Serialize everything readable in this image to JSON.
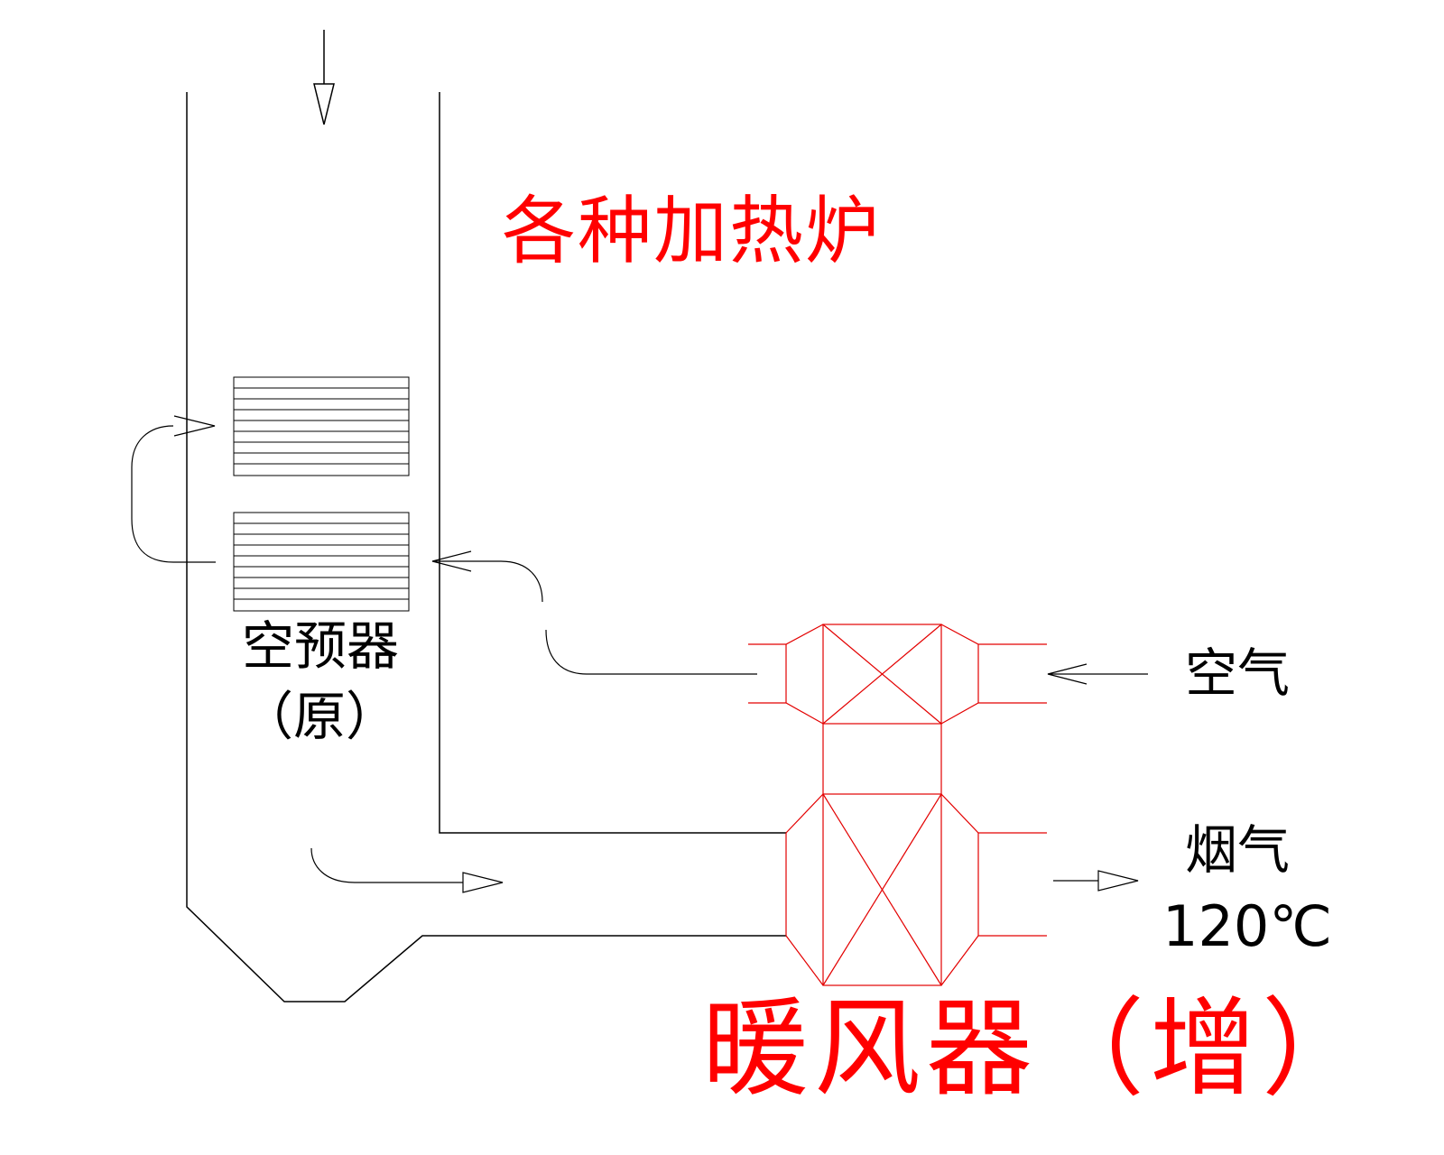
{
  "labels": {
    "furnace": "各种加热炉",
    "preheater": "空预器",
    "preheater_note": "（原）",
    "air": "空气",
    "flue_gas": "烟气",
    "flue_gas_temp": "120℃",
    "air_heater": "暖风器（增）"
  },
  "colors": {
    "line_black": "#000000",
    "line_red": "#e30000",
    "text_red": "#ff0000"
  }
}
